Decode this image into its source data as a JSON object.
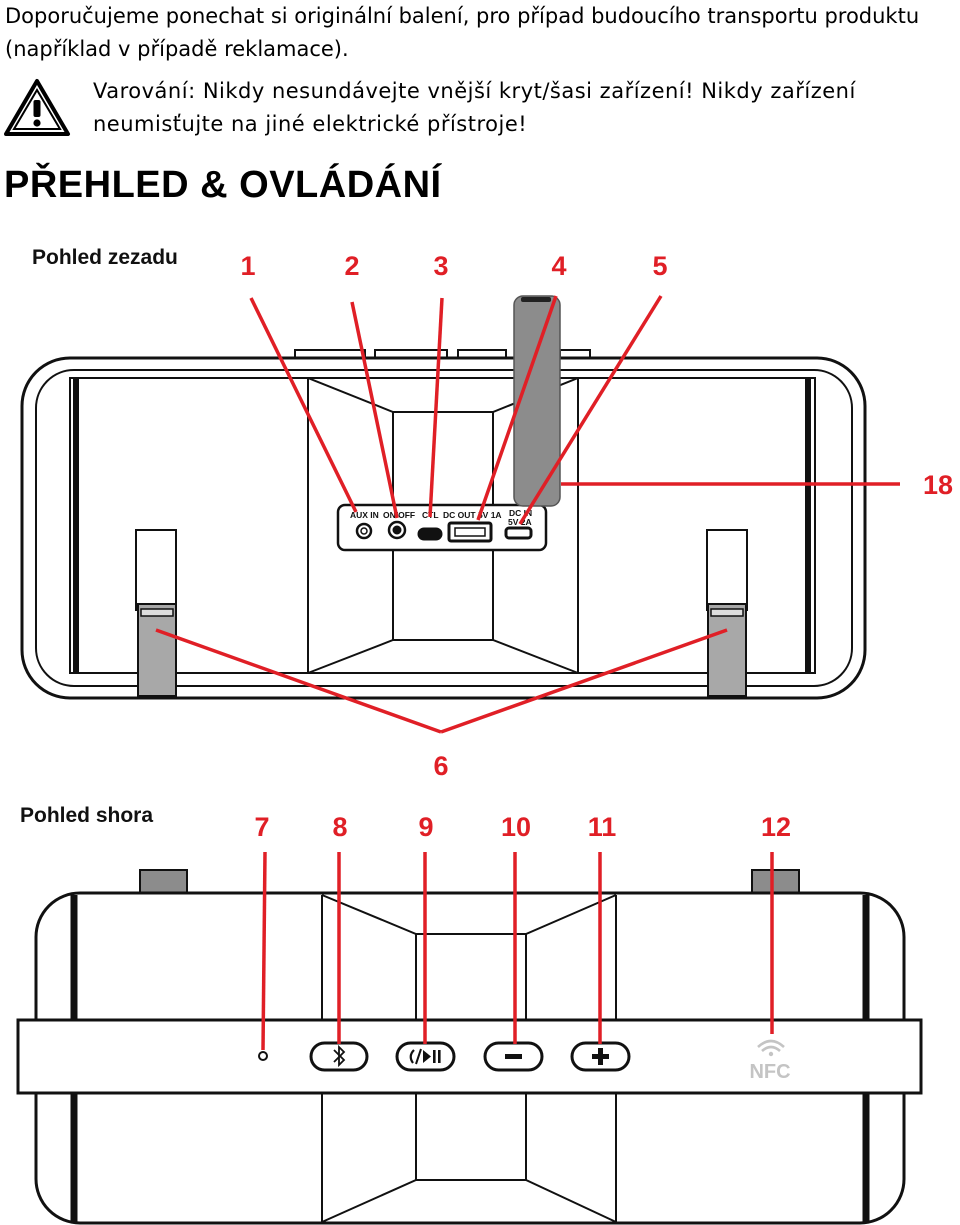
{
  "intro_text": "Doporučujeme ponechat si originální balení, pro případ budoucího transportu produktu (například v případě reklamace).",
  "warning_text": "Varování: Nikdy nesundávejte vnější kryt/šasi zařízení! Nikdy zařízení neumisťujte na jiné elektrické přístroje!",
  "section_title": "PŘEHLED & OVLÁDÁNÍ",
  "rear_view": {
    "label": "Pohled zezadu",
    "callouts": [
      "1",
      "2",
      "3",
      "4",
      "5",
      "18",
      "6"
    ],
    "ports": {
      "aux": "AUX IN",
      "onoff": "ON/OFF",
      "ctl": "CTL",
      "dcout": "DC OUT 5V 1A",
      "dcin_1": "DC IN",
      "dcin_2": "5V 2A"
    }
  },
  "top_view": {
    "label": "Pohled shora",
    "callouts": [
      "7",
      "8",
      "9",
      "10",
      "11",
      "12"
    ],
    "nfc_label": "NFC",
    "icons": [
      "led-indicator",
      "bluetooth-icon",
      "call-play-pause-icon",
      "minus-icon",
      "plus-icon",
      "nfc-icon"
    ]
  },
  "colors": {
    "callout_red": "#e01f26",
    "antenna_gray": "#8c8c8c",
    "foot_gray": "#a8a8a8"
  }
}
